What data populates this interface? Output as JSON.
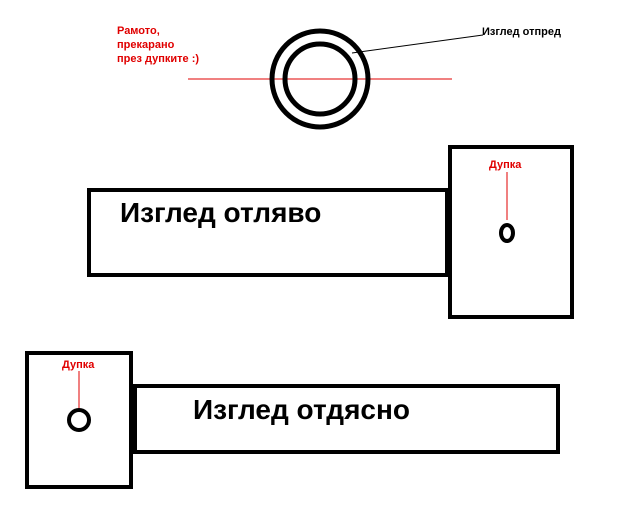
{
  "front_view": {
    "note_lines": [
      "Рамото,",
      "прекарано",
      "през дупките :)"
    ],
    "label": "Изглед отпред"
  },
  "left_view": {
    "label": "Изглед отляво",
    "hole_label": "Дупка"
  },
  "right_view": {
    "label": "Изглед отдясно",
    "hole_label": "Дупка"
  },
  "colors": {
    "stroke": "#000000",
    "annotation": "#e00000",
    "background": "#ffffff"
  }
}
